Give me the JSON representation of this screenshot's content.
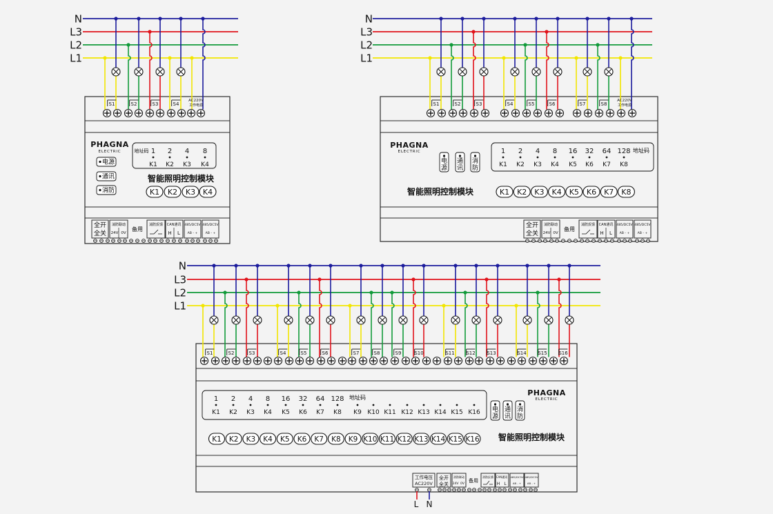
{
  "colors": {
    "n": "#1b1b9c",
    "l3": "#e0121a",
    "l2": "#119a3a",
    "l1": "#f2e600",
    "module_stroke": "#2a2a2a",
    "background": "#f3f3f3"
  },
  "bus_labels": [
    "N",
    "L3",
    "L2",
    "L1"
  ],
  "power_label_line1": "AC220V",
  "power_label_line2": "工作电源",
  "brand": {
    "name": "PHAGNA",
    "sub": "ELECTRIC"
  },
  "title": "智能照明控制模块",
  "address_label": "地址码",
  "indicators": {
    "power": "电源",
    "comm": "通讯",
    "fire": "消防"
  },
  "bottom_terminals": {
    "all_on": "全开",
    "all_off": "全关",
    "fire_link": "消防联动",
    "v24": "24V",
    "v0": "0V",
    "spare": "备用",
    "fire_feedback": "消防反馈",
    "can": "CAN通讯",
    "h": "H",
    "l": "L",
    "rs485": "485/DC5V",
    "ab": "AB - +",
    "work_voltage": "工作电压",
    "ac220": "AC220V"
  },
  "supply_labels": {
    "l": "L",
    "n": "N"
  },
  "modules": [
    {
      "id": "4ch",
      "switches": [
        "S1",
        "S2",
        "S3",
        "S4"
      ],
      "addresses": [
        "1",
        "2",
        "4",
        "8"
      ],
      "address_keys": [
        "K1",
        "K2",
        "K3",
        "K4"
      ],
      "keys": [
        "K1",
        "K2",
        "K3",
        "K4"
      ]
    },
    {
      "id": "8ch",
      "switches": [
        "S1",
        "S2",
        "S3",
        "S4",
        "S5",
        "S6",
        "S7",
        "S8"
      ],
      "addresses": [
        "1",
        "2",
        "4",
        "8",
        "16",
        "32",
        "64",
        "128"
      ],
      "address_keys": [
        "K1",
        "K2",
        "K3",
        "K4",
        "K5",
        "K6",
        "K7",
        "K8"
      ],
      "keys": [
        "K1",
        "K2",
        "K3",
        "K4",
        "K5",
        "K6",
        "K7",
        "K8"
      ]
    },
    {
      "id": "16ch",
      "switches": [
        "S1",
        "S2",
        "S3",
        "S4",
        "S5",
        "S6",
        "S7",
        "S8",
        "S9",
        "S10",
        "S11",
        "S12",
        "S13",
        "S14",
        "S15",
        "S16"
      ],
      "addresses": [
        "1",
        "2",
        "4",
        "8",
        "16",
        "32",
        "64",
        "128"
      ],
      "address_keys": [
        "K1",
        "K2",
        "K3",
        "K4",
        "K5",
        "K6",
        "K7",
        "K8"
      ],
      "extra_keys": [
        "K9",
        "K10",
        "K11",
        "K12",
        "K13",
        "K14",
        "K15",
        "K16"
      ],
      "keys": [
        "K1",
        "K2",
        "K3",
        "K4",
        "K5",
        "K6",
        "K7",
        "K8",
        "K9",
        "K10",
        "K11",
        "K12",
        "K13",
        "K14",
        "K15",
        "K16"
      ]
    }
  ]
}
